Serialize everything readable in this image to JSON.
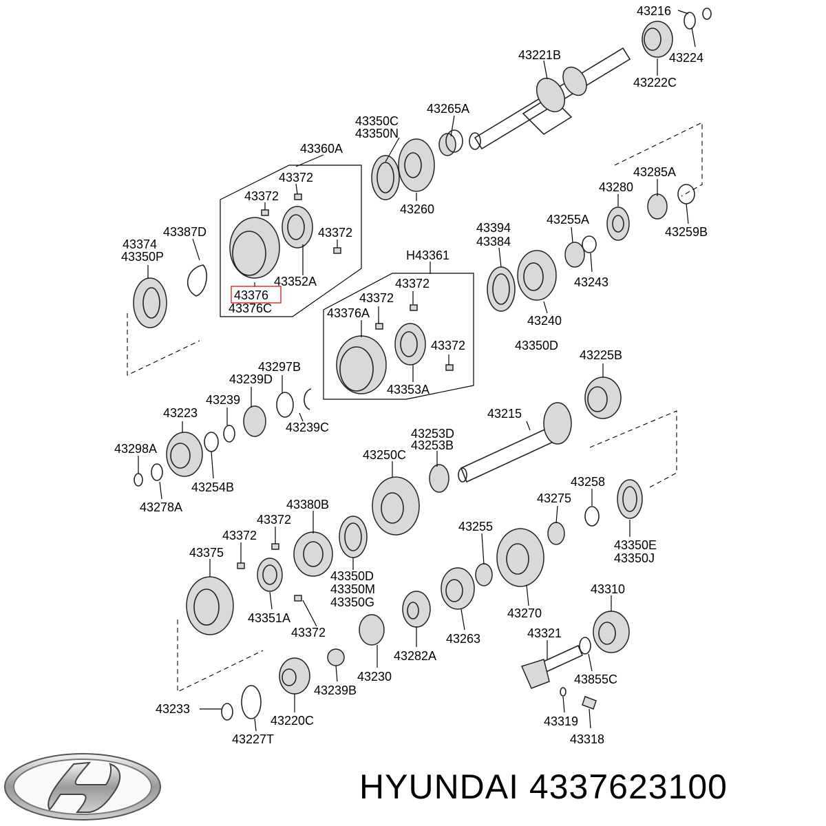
{
  "diagram": {
    "labels": {
      "l43216": "43216",
      "l43221B": "43221B",
      "l43224": "43224",
      "l43222C": "43222C",
      "l43350C": "43350C",
      "l43350N": "43350N",
      "l43265A": "43265A",
      "l43360A": "43360A",
      "l43372a": "43372",
      "l43372b": "43372",
      "l43372c": "43372",
      "l43387D": "43387D",
      "l43374": "43374",
      "l43350P": "43350P",
      "l43376": "43376",
      "l43376C": "43376C",
      "l43352A": "43352A",
      "l43260": "43260",
      "l43280": "43280",
      "l43285A": "43285A",
      "l43259B": "43259B",
      "l43394": "43394",
      "l43384": "43384",
      "l43255A": "43255A",
      "l43243": "43243",
      "l43240": "43240",
      "lH43361": "H43361",
      "l43372d": "43372",
      "l43372e": "43372",
      "l43376A": "43376A",
      "l43372f": "43372",
      "l43353A": "43353A",
      "l43350D1": "43350D",
      "l43225B": "43225B",
      "l43297B": "43297B",
      "l43239D": "43239D",
      "l43239": "43239",
      "l43223": "43223",
      "l43239C": "43239C",
      "l43215": "43215",
      "l43298A": "43298A",
      "l43254B": "43254B",
      "l43278A": "43278A",
      "l43253D": "43253D",
      "l43253B": "43253B",
      "l43250C": "43250C",
      "l43258": "43258",
      "l43275": "43275",
      "l43350E": "43350E",
      "l43350J": "43350J",
      "l43380B": "43380B",
      "l43372g": "43372",
      "l43372h": "43372",
      "l43375": "43375",
      "l43255": "43255",
      "l43350D2": "43350D",
      "l43350M": "43350M",
      "l43350G": "43350G",
      "l43351A": "43351A",
      "l43372i": "43372",
      "l43270": "43270",
      "l43263": "43263",
      "l43310": "43310",
      "l43321": "43321",
      "l43282A": "43282A",
      "l43230": "43230",
      "l43239B": "43239B",
      "l43855C": "43855C",
      "l43233": "43233",
      "l43220C": "43220C",
      "l43227T": "43227T",
      "l43319": "43319",
      "l43318": "43318"
    },
    "highlight_color": "#e03030"
  },
  "caption": {
    "text": "HYUNDAI 4337623100"
  },
  "logo": {
    "icon": "hyundai-logo-icon"
  }
}
